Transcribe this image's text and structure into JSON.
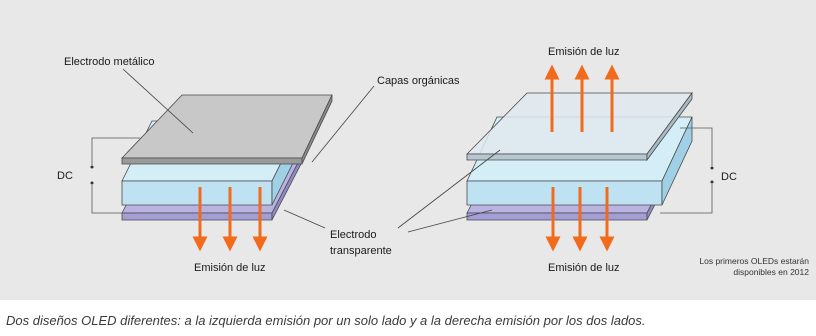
{
  "left_diagram": {
    "metal_electrode_label": "Electrodo metálico",
    "dc_label": "DC",
    "emission_label": "Emisión de luz"
  },
  "shared_labels": {
    "organic_layers_label": "Capas orgánicas",
    "transparent_electrode_label_line1": "Electrodo",
    "transparent_electrode_label_line2": "transparente"
  },
  "right_diagram": {
    "emission_top_label": "Emisión de luz",
    "emission_bottom_label": "Emisión de luz",
    "dc_label": "DC"
  },
  "availability_note": {
    "line1": "Los primeros OLEDs estarán",
    "line2": "disponibles en 2012"
  },
  "caption": "Dos diseños OLED diferentes: a la izquierda emisión por un solo lado y a la derecha emisión por los dos lados.",
  "colors": {
    "panel_background": "#e8e8e8",
    "metal_layer": "#c8c8c8",
    "organic_layer": "#bfe2f2",
    "transparent_electrode": "#b9b3e2",
    "light_arrows": "#f26b1d"
  }
}
